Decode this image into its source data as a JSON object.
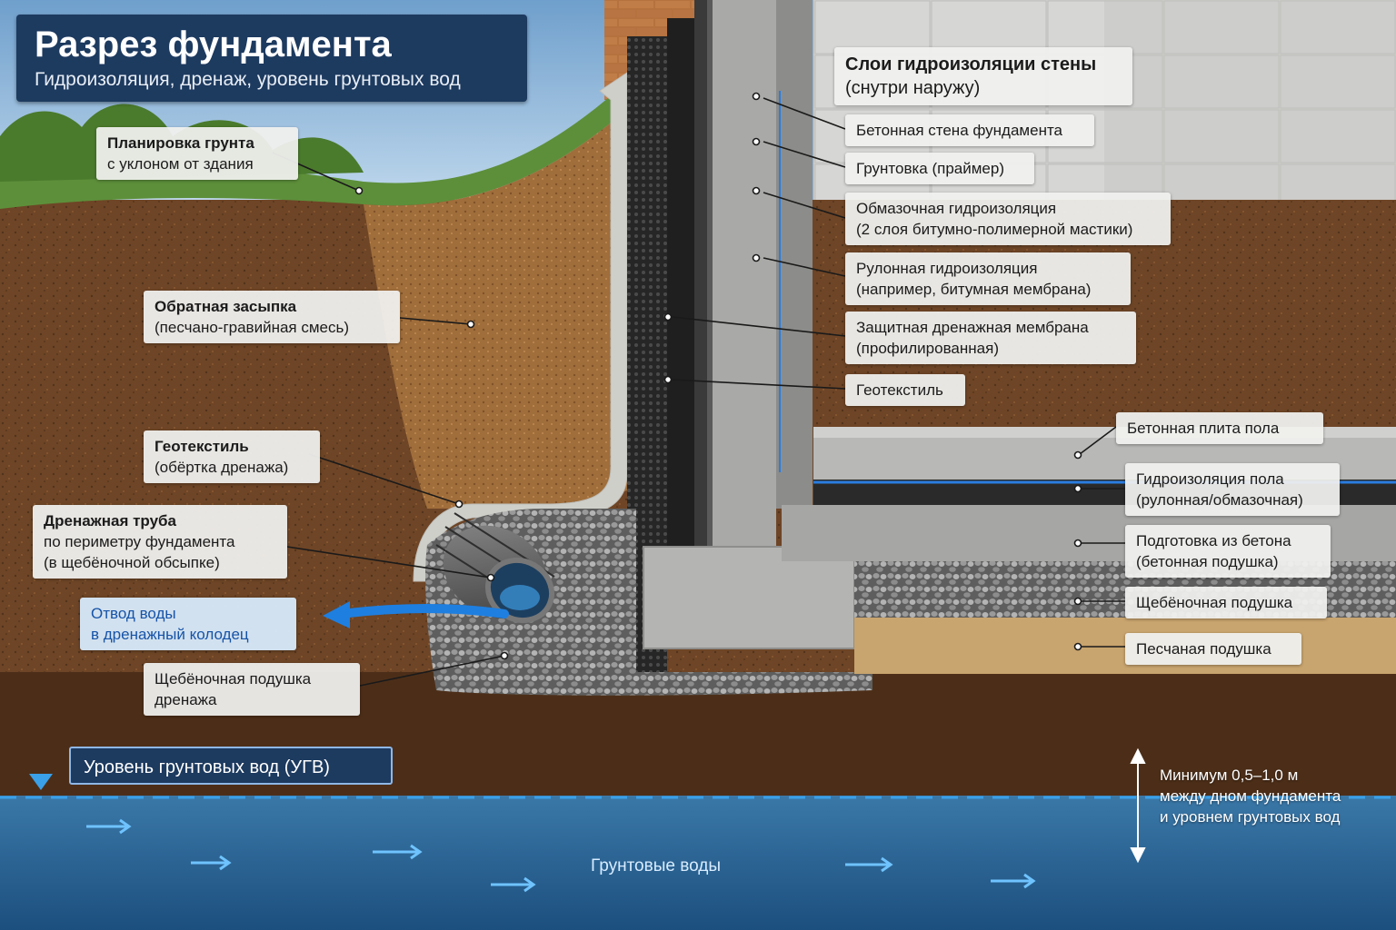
{
  "header": {
    "title": "Разрез фундамента",
    "subtitle": "Гидроизоляция, дренаж, уровень грунтовых вод"
  },
  "wall_layers": {
    "heading": {
      "line1": "Слои гидроизоляции стены",
      "line2": "(снутри наружу)"
    },
    "items": [
      {
        "line1": "Бетонная стена фундамента"
      },
      {
        "line1": "Грунтовка (праймер)"
      },
      {
        "line1": "Обмазочная гидроизоляция",
        "line2": "(2 слоя битумно-полимерной мастики)"
      },
      {
        "line1": "Рулонная гидроизоляция",
        "line2": "(например, битумная мембрана)"
      },
      {
        "line1": "Защитная дренажная мембрана",
        "line2": "(профилированная)"
      },
      {
        "line1": "Геотекстиль"
      }
    ]
  },
  "floor_layers": [
    {
      "line1": "Бетонная плита пола"
    },
    {
      "line1": "Гидроизоляция пола",
      "line2": "(рулонная/обмазочная)"
    },
    {
      "line1": "Подготовка из бетона",
      "line2": "(бетонная подушка)"
    },
    {
      "line1": "Щебёночная подушка"
    },
    {
      "line1": "Песчаная подушка"
    }
  ],
  "left_labels": {
    "grading": {
      "line1": "Планировка грунта",
      "line2": "с уклоном от здания"
    },
    "backfill": {
      "line1": "Обратная засыпка",
      "line2": "(песчано-гравийная смесь)"
    },
    "geotextile": {
      "line1": "Геотекстиль",
      "line2": "(обёртка дренажа)"
    },
    "drain_pipe": {
      "line1": "Дренажная труба",
      "line2": "по периметру фундамента",
      "line3": "(в щебёночной обсыпке)"
    },
    "water_outlet": {
      "line1": "Отвод воды",
      "line2": "в дренажный колодец"
    },
    "gravel_bed": {
      "line1": "Щебёночная подушка",
      "line2": "дренажа"
    }
  },
  "groundwater": {
    "level_label": "Уровень грунтовых вод (УГВ)",
    "water_label": "Грунтовые воды",
    "min_distance": {
      "line1": "Минимум 0,5–1,0 м",
      "line2": "между дном фундамента",
      "line3": "и уровнем грунтовых вод"
    }
  },
  "colors": {
    "title_bg": "#1d3a5f",
    "water": "#2f6a9a",
    "water_line": "#3aa0e8",
    "arrow_blue": "#1e7fe0",
    "soil": "#6b4426",
    "backfill": "#9a6a3a",
    "concrete": "#a9a9a7",
    "membrane": "#2b2b2b",
    "gravel": "#8a8a8a",
    "sand": "#c8a46e",
    "grass": "#5d8f3a"
  }
}
